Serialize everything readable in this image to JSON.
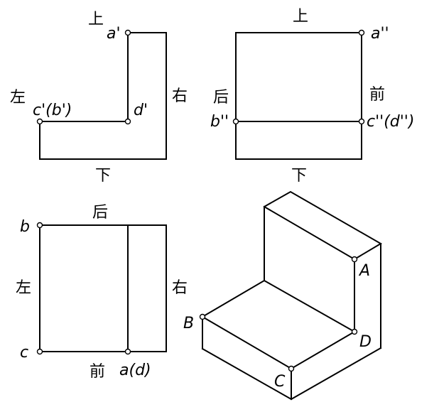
{
  "directions": {
    "up": "上",
    "down": "下",
    "left": "左",
    "right": "右",
    "front": "前",
    "back": "后"
  },
  "points": {
    "front_a": "a'",
    "front_cb": "c'(b')",
    "front_d": "d'",
    "side_a": "a''",
    "side_b": "b''",
    "side_cd": "c''(d'')",
    "top_b": "b",
    "top_c": "c",
    "top_ad": "a(d)",
    "iso_A": "A",
    "iso_B": "B",
    "iso_C": "C",
    "iso_D": "D"
  }
}
